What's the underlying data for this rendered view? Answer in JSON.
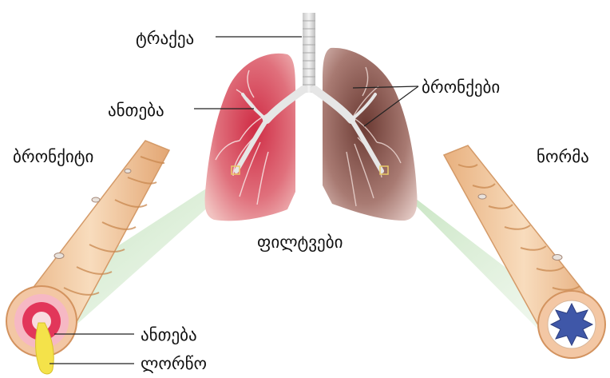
{
  "labels": {
    "trachea": "ტრაქეა",
    "inflammation_top": "ანთება",
    "bronchi": "ბრონქები",
    "bronchitis": "ბრონქიტი",
    "norm": "ნორმა",
    "lungs": "ფილტვები",
    "inflammation_bottom": "ანთება",
    "mucus": "ლორწო"
  },
  "colors": {
    "inflamed_lung": "#d9475a",
    "healthy_lung": "#9a6b63",
    "airway_tube": "#f0c49a",
    "airway_band": "#c9884f",
    "callout_cone": "#cfe8c8",
    "inflamed_lumen": "#e2365a",
    "mucus": "#f4e24a",
    "healthy_lumen": "#3f57a8"
  }
}
